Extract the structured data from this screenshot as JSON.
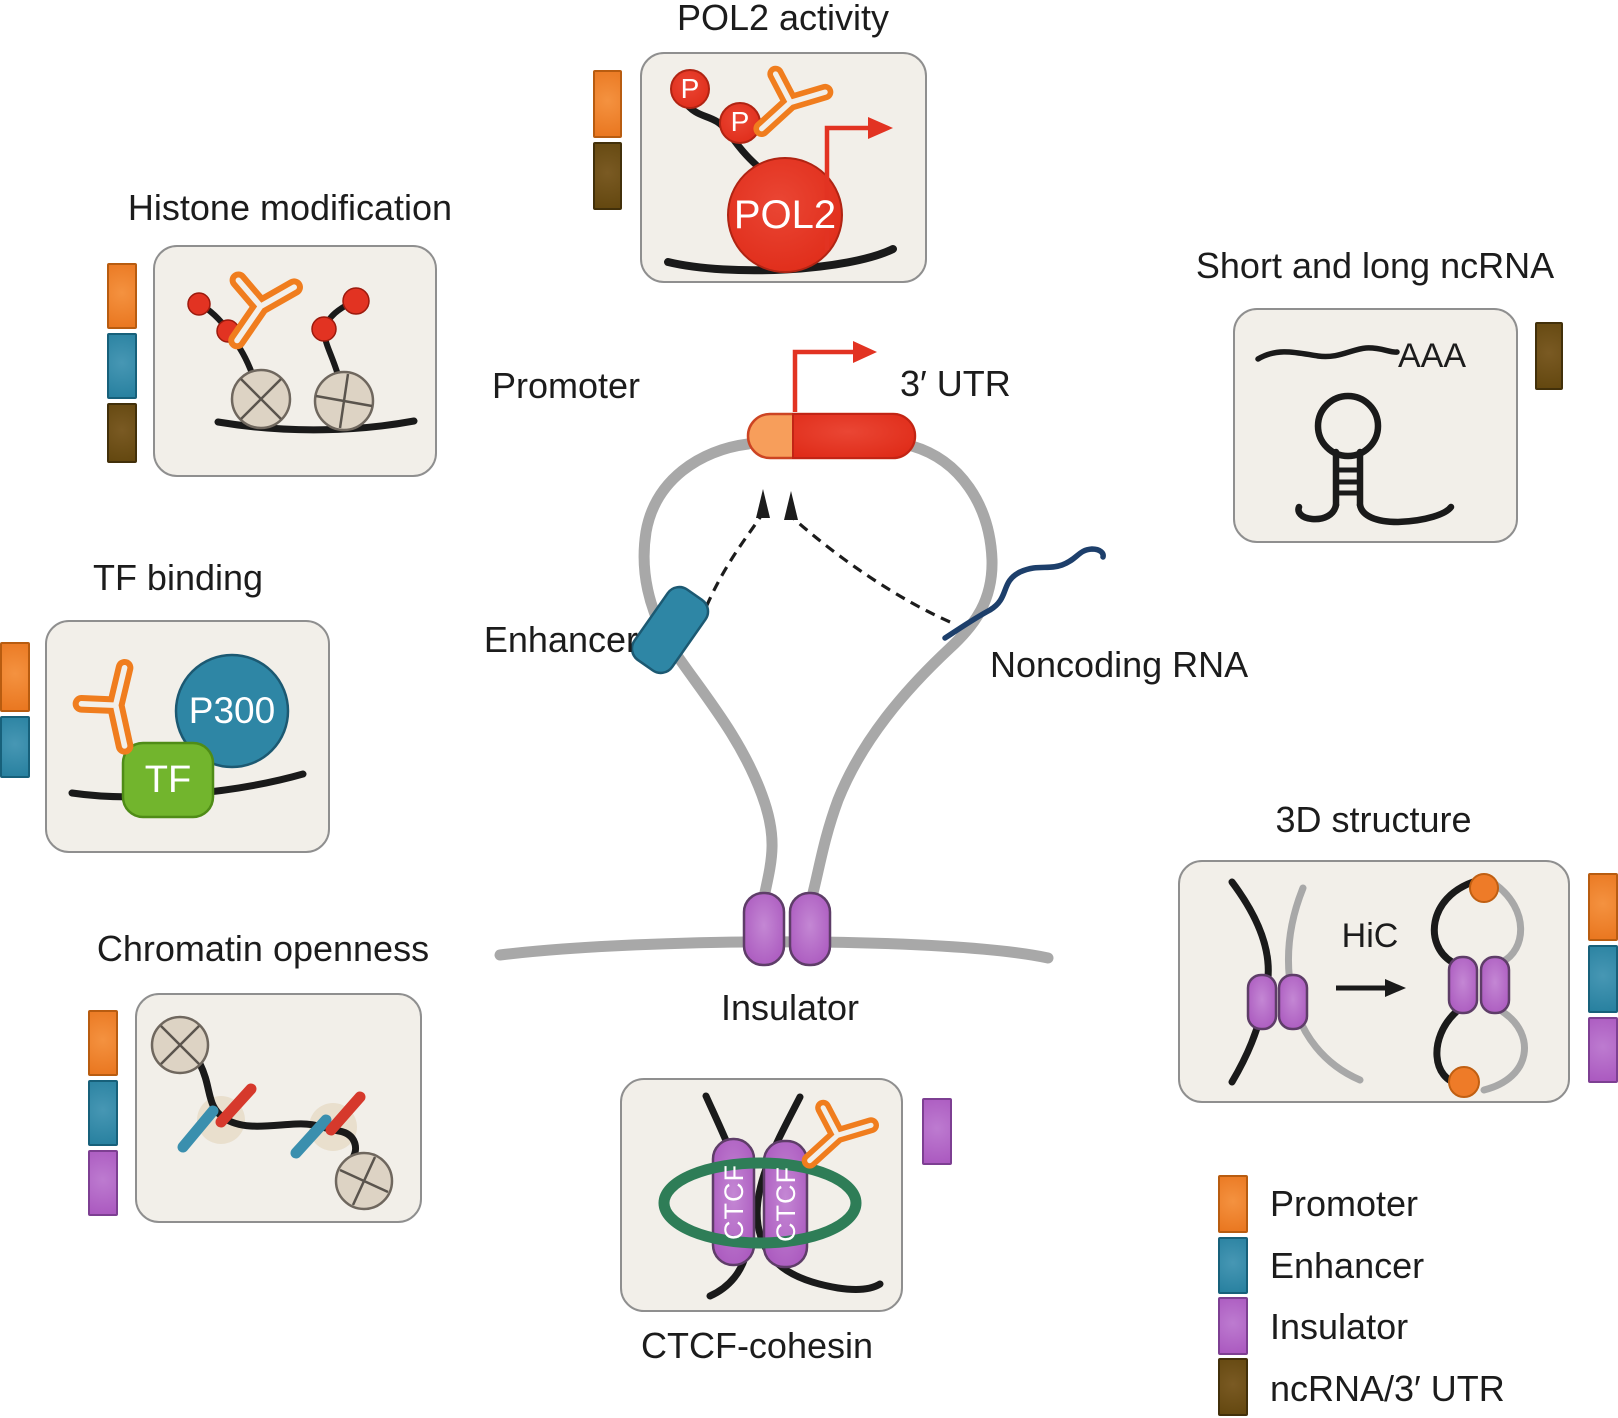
{
  "figure": {
    "type": "gene-regulation schematic",
    "center": {
      "promoter_label": "Promoter",
      "utr_label": "3′ UTR",
      "enhancer_label": "Enhancer",
      "insulator_label": "Insulator",
      "noncoding_rna_label": "Noncoding RNA"
    },
    "panels": {
      "pol2": {
        "title": "POL2 activity",
        "p1": "P",
        "p2": "P",
        "pol2": "POL2",
        "tabs": [
          "promoter",
          "ncrna_utr"
        ]
      },
      "histone": {
        "title": "Histone modification",
        "tabs": [
          "promoter",
          "enhancer",
          "ncrna_utr"
        ]
      },
      "tf": {
        "title": "TF binding",
        "p300": "P300",
        "tf": "TF",
        "tabs": [
          "promoter",
          "enhancer"
        ]
      },
      "chromatin": {
        "title": "Chromatin openness",
        "tabs": [
          "promoter",
          "enhancer",
          "insulator"
        ]
      },
      "ncrna": {
        "title": "Short and long ncRNA",
        "aaa": "AAA",
        "tabs": [
          "ncrna_utr"
        ]
      },
      "structure3d": {
        "title": "3D structure",
        "hic": "HiC",
        "tabs": [
          "promoter",
          "enhancer",
          "insulator"
        ]
      },
      "ctcf": {
        "title": "CTCF-cohesin",
        "ctcf1": "CTCF",
        "ctcf2": "CTCF",
        "tabs": [
          "insulator"
        ]
      }
    },
    "legend": {
      "items": [
        {
          "label": "Promoter",
          "color": "#ee7b28"
        },
        {
          "label": "Enhancer",
          "color": "#2e86a5"
        },
        {
          "label": "Insulator",
          "color": "#b264c6"
        },
        {
          "label": "ncRNA/3′ UTR",
          "color": "#63470f"
        }
      ]
    },
    "palette": {
      "promoter_orange": "#ee7b28",
      "promoter_light_orange": "#f79e5b",
      "enhancer_teal": "#2e86a5",
      "insulator_purple": "#b264c6",
      "ncrna_brown": "#63470f",
      "gene_red": "#e23322",
      "tf_green": "#72b52d",
      "cohesin_green": "#2e7d57",
      "noncoding_rna_navy": "#1d3f6b",
      "dna_gray": "#a8a8a8",
      "panel_bg": "#f2efe9",
      "nucleosome_tan": "#ddd3c4"
    }
  }
}
